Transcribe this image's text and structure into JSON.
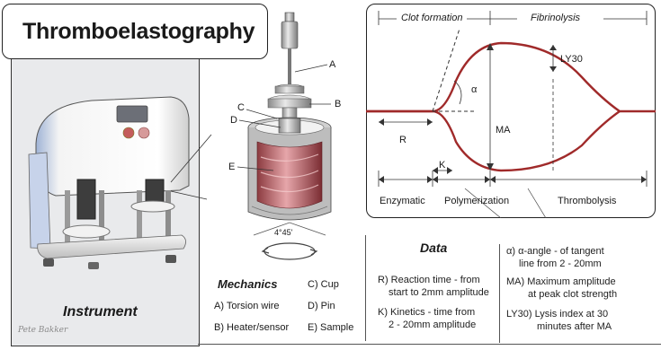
{
  "title": "Thromboelastography",
  "instrument_label": "Instrument",
  "signature": "Pete Bakker",
  "apparatus": {
    "labels": [
      "A",
      "B",
      "C",
      "D",
      "E"
    ],
    "rotation_label": "4°45'"
  },
  "graph": {
    "phase_top": [
      "Clot formation",
      "Fibrinolysis"
    ],
    "phase_bottom": [
      "Enzymatic",
      "Polymerization",
      "Thrombolysis"
    ],
    "markers": {
      "ly30": "LY30",
      "alpha": "α",
      "ma": "MA",
      "r": "R",
      "k": "K"
    },
    "colors": {
      "trace": "#a02a2a",
      "dashed": "#333333"
    }
  },
  "mechanics": {
    "title": "Mechanics",
    "items": [
      "A) Torsion wire",
      "B) Heater/sensor",
      "C) Cup",
      "D) Pin",
      "E) Sample"
    ]
  },
  "data_section": {
    "title": "Data",
    "col1": [
      [
        "R) Reaction time - from",
        "start to 2mm amplitude"
      ],
      [
        "K) Kinetics - time from",
        "2 - 20mm amplitude"
      ]
    ],
    "col2": [
      [
        "α) α-angle - of tangent",
        "line from 2 - 20mm"
      ],
      [
        "MA) Maximum amplitude",
        "at peak clot strength"
      ],
      [
        "LY30) Lysis index at 30",
        "minutes after MA"
      ]
    ]
  }
}
